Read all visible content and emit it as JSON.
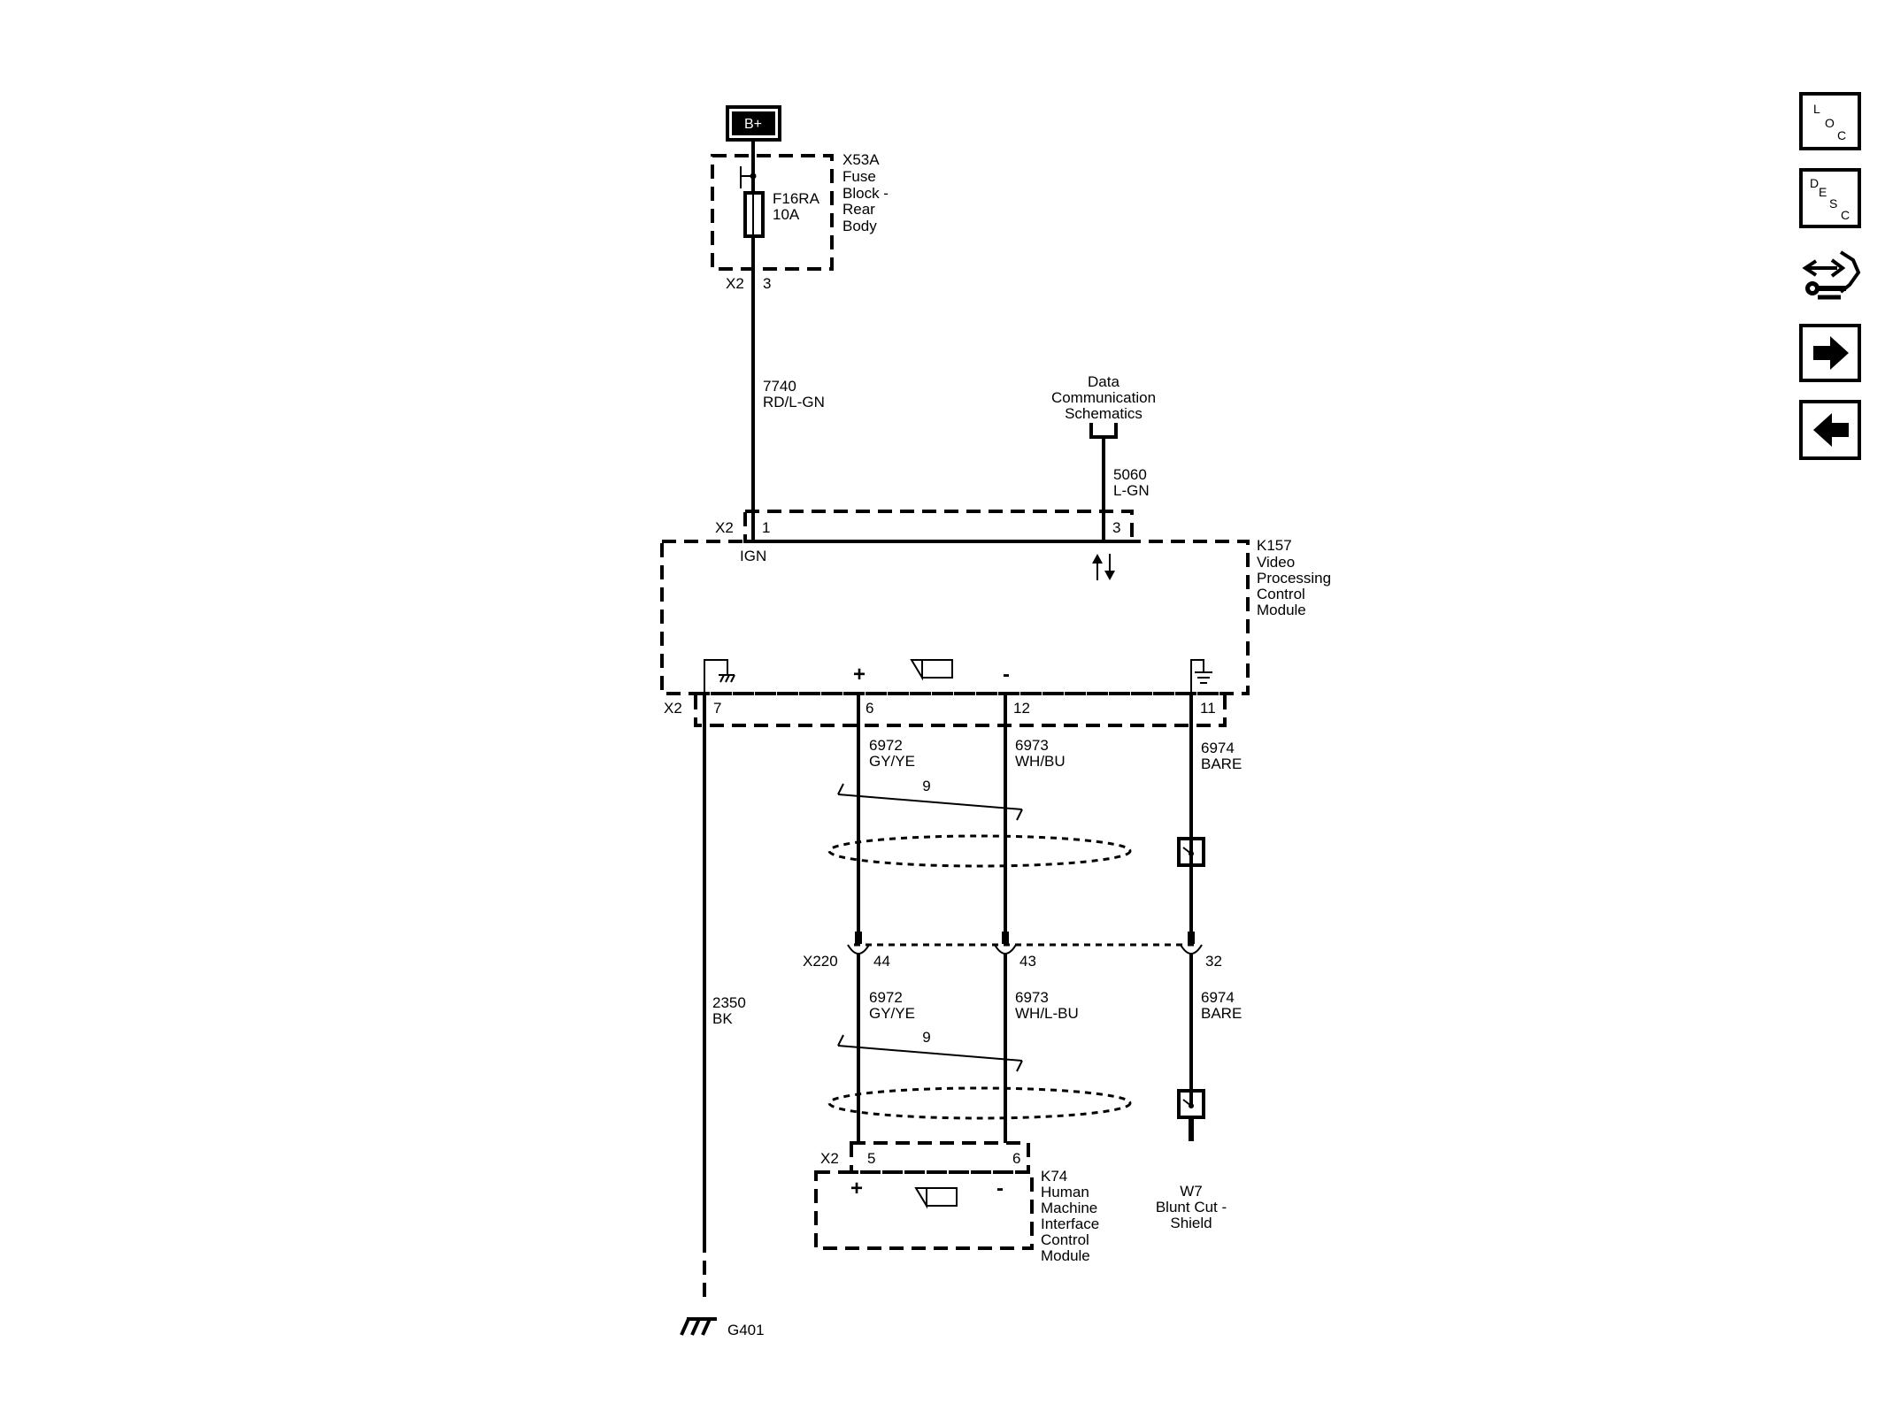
{
  "power": {
    "label": "B+"
  },
  "fuse_block": {
    "id": "X53A",
    "name_lines": [
      "Fuse",
      "Block -",
      "Rear",
      "Body"
    ],
    "fuse_name": "F16RA",
    "fuse_rating": "10A",
    "connector": "X2",
    "pin": "3"
  },
  "wire_ign": {
    "circuit": "7740",
    "color": "RD/L-GN"
  },
  "data_comm": {
    "lines": [
      "Data",
      "Communication",
      "Schematics"
    ],
    "circuit": "5060",
    "color": "L-GN"
  },
  "k157": {
    "id": "K157",
    "name_lines": [
      "Video",
      "Processing",
      "Control",
      "Module"
    ],
    "top_connector": "X2",
    "pin_ign": "1",
    "ign_label": "IGN",
    "pin_data": "3",
    "bottom_connector": "X2",
    "pin_ground": "7",
    "pin_plus": "6",
    "pin_minus": "12",
    "pin_shield": "11",
    "plus_sign": "+",
    "minus_sign": "-"
  },
  "wires_upper": [
    {
      "circuit": "6972",
      "color": "GY/YE"
    },
    {
      "circuit": "6973",
      "color": "WH/BU"
    },
    {
      "circuit": "6974",
      "color": "BARE"
    }
  ],
  "twist_upper": "9",
  "inline_connector": {
    "id": "X220",
    "pins": [
      "44",
      "43",
      "32"
    ]
  },
  "wires_lower": [
    {
      "circuit": "6972",
      "color": "GY/YE"
    },
    {
      "circuit": "6973",
      "color": "WH/L-BU"
    },
    {
      "circuit": "6974",
      "color": "BARE"
    }
  ],
  "twist_lower": "9",
  "ground_wire": {
    "circuit": "2350",
    "color": "BK"
  },
  "k74": {
    "connector": "X2",
    "pin_plus": "5",
    "pin_minus": "6",
    "id": "K74",
    "name_lines": [
      "Human",
      "Machine",
      "Interface",
      "Control",
      "Module"
    ],
    "plus_sign": "+",
    "minus_sign": "-"
  },
  "w7": {
    "lines": [
      "W7",
      "Blunt Cut -",
      "Shield"
    ]
  },
  "ground": {
    "id": "G401"
  },
  "nav": {
    "loc_letters": [
      "L",
      "O",
      "C"
    ],
    "desc_letters": [
      "D",
      "E",
      "S",
      "C"
    ],
    "icons": [
      "component-views-icon",
      "next-page-icon",
      "previous-page-icon"
    ]
  }
}
